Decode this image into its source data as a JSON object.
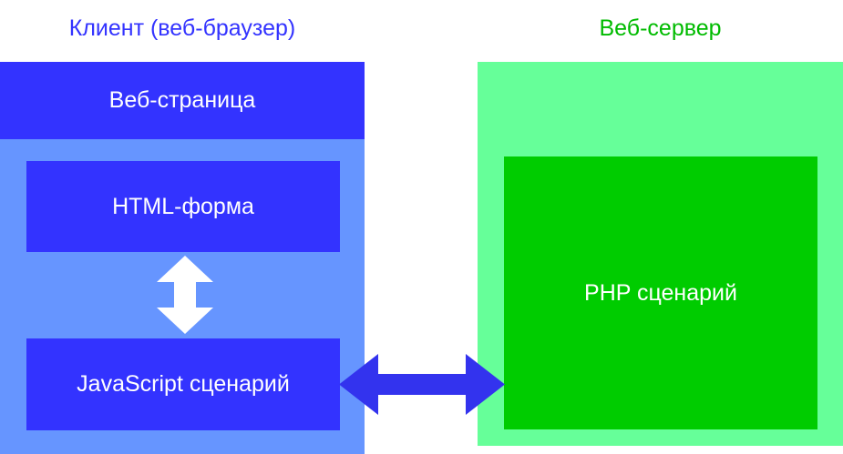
{
  "diagram": {
    "title_client": "Клиент (веб-браузер)",
    "title_server": "Веб-сервер",
    "client": {
      "webpage_label": "Веб-страница",
      "html_form_label": "HTML-форма",
      "js_script_label": "JavaScript сценарий"
    },
    "server": {
      "php_script_label": "PHP сценарий"
    },
    "arrows": {
      "vertical_label": "",
      "horizontal_label": ""
    },
    "colors": {
      "client_panel": "#6695FF",
      "client_box": "#3333FF",
      "client_title": "#3333FF",
      "server_panel": "#66FF99",
      "server_box": "#00CC00",
      "server_title": "#00BB00",
      "vertical_arrow": "#FFFFFF",
      "horizontal_arrow": "#3333EE",
      "background": "#FFFFFF"
    }
  }
}
